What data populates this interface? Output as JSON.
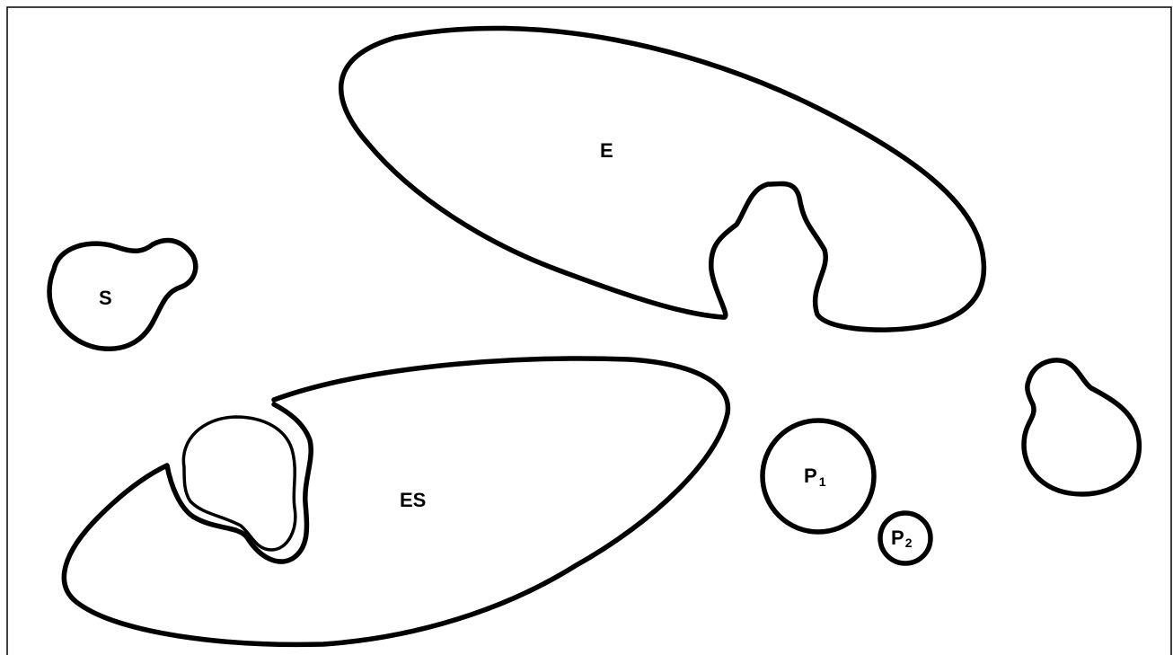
{
  "diagram": {
    "labels": {
      "enzyme": "E",
      "substrate": "S",
      "enzyme_substrate": "ES",
      "product1_letter": "P",
      "product1_sub": "1",
      "product2_letter": "P",
      "product2_sub": "2"
    },
    "colors": {
      "stroke": "#000000",
      "background": "#ffffff"
    }
  }
}
